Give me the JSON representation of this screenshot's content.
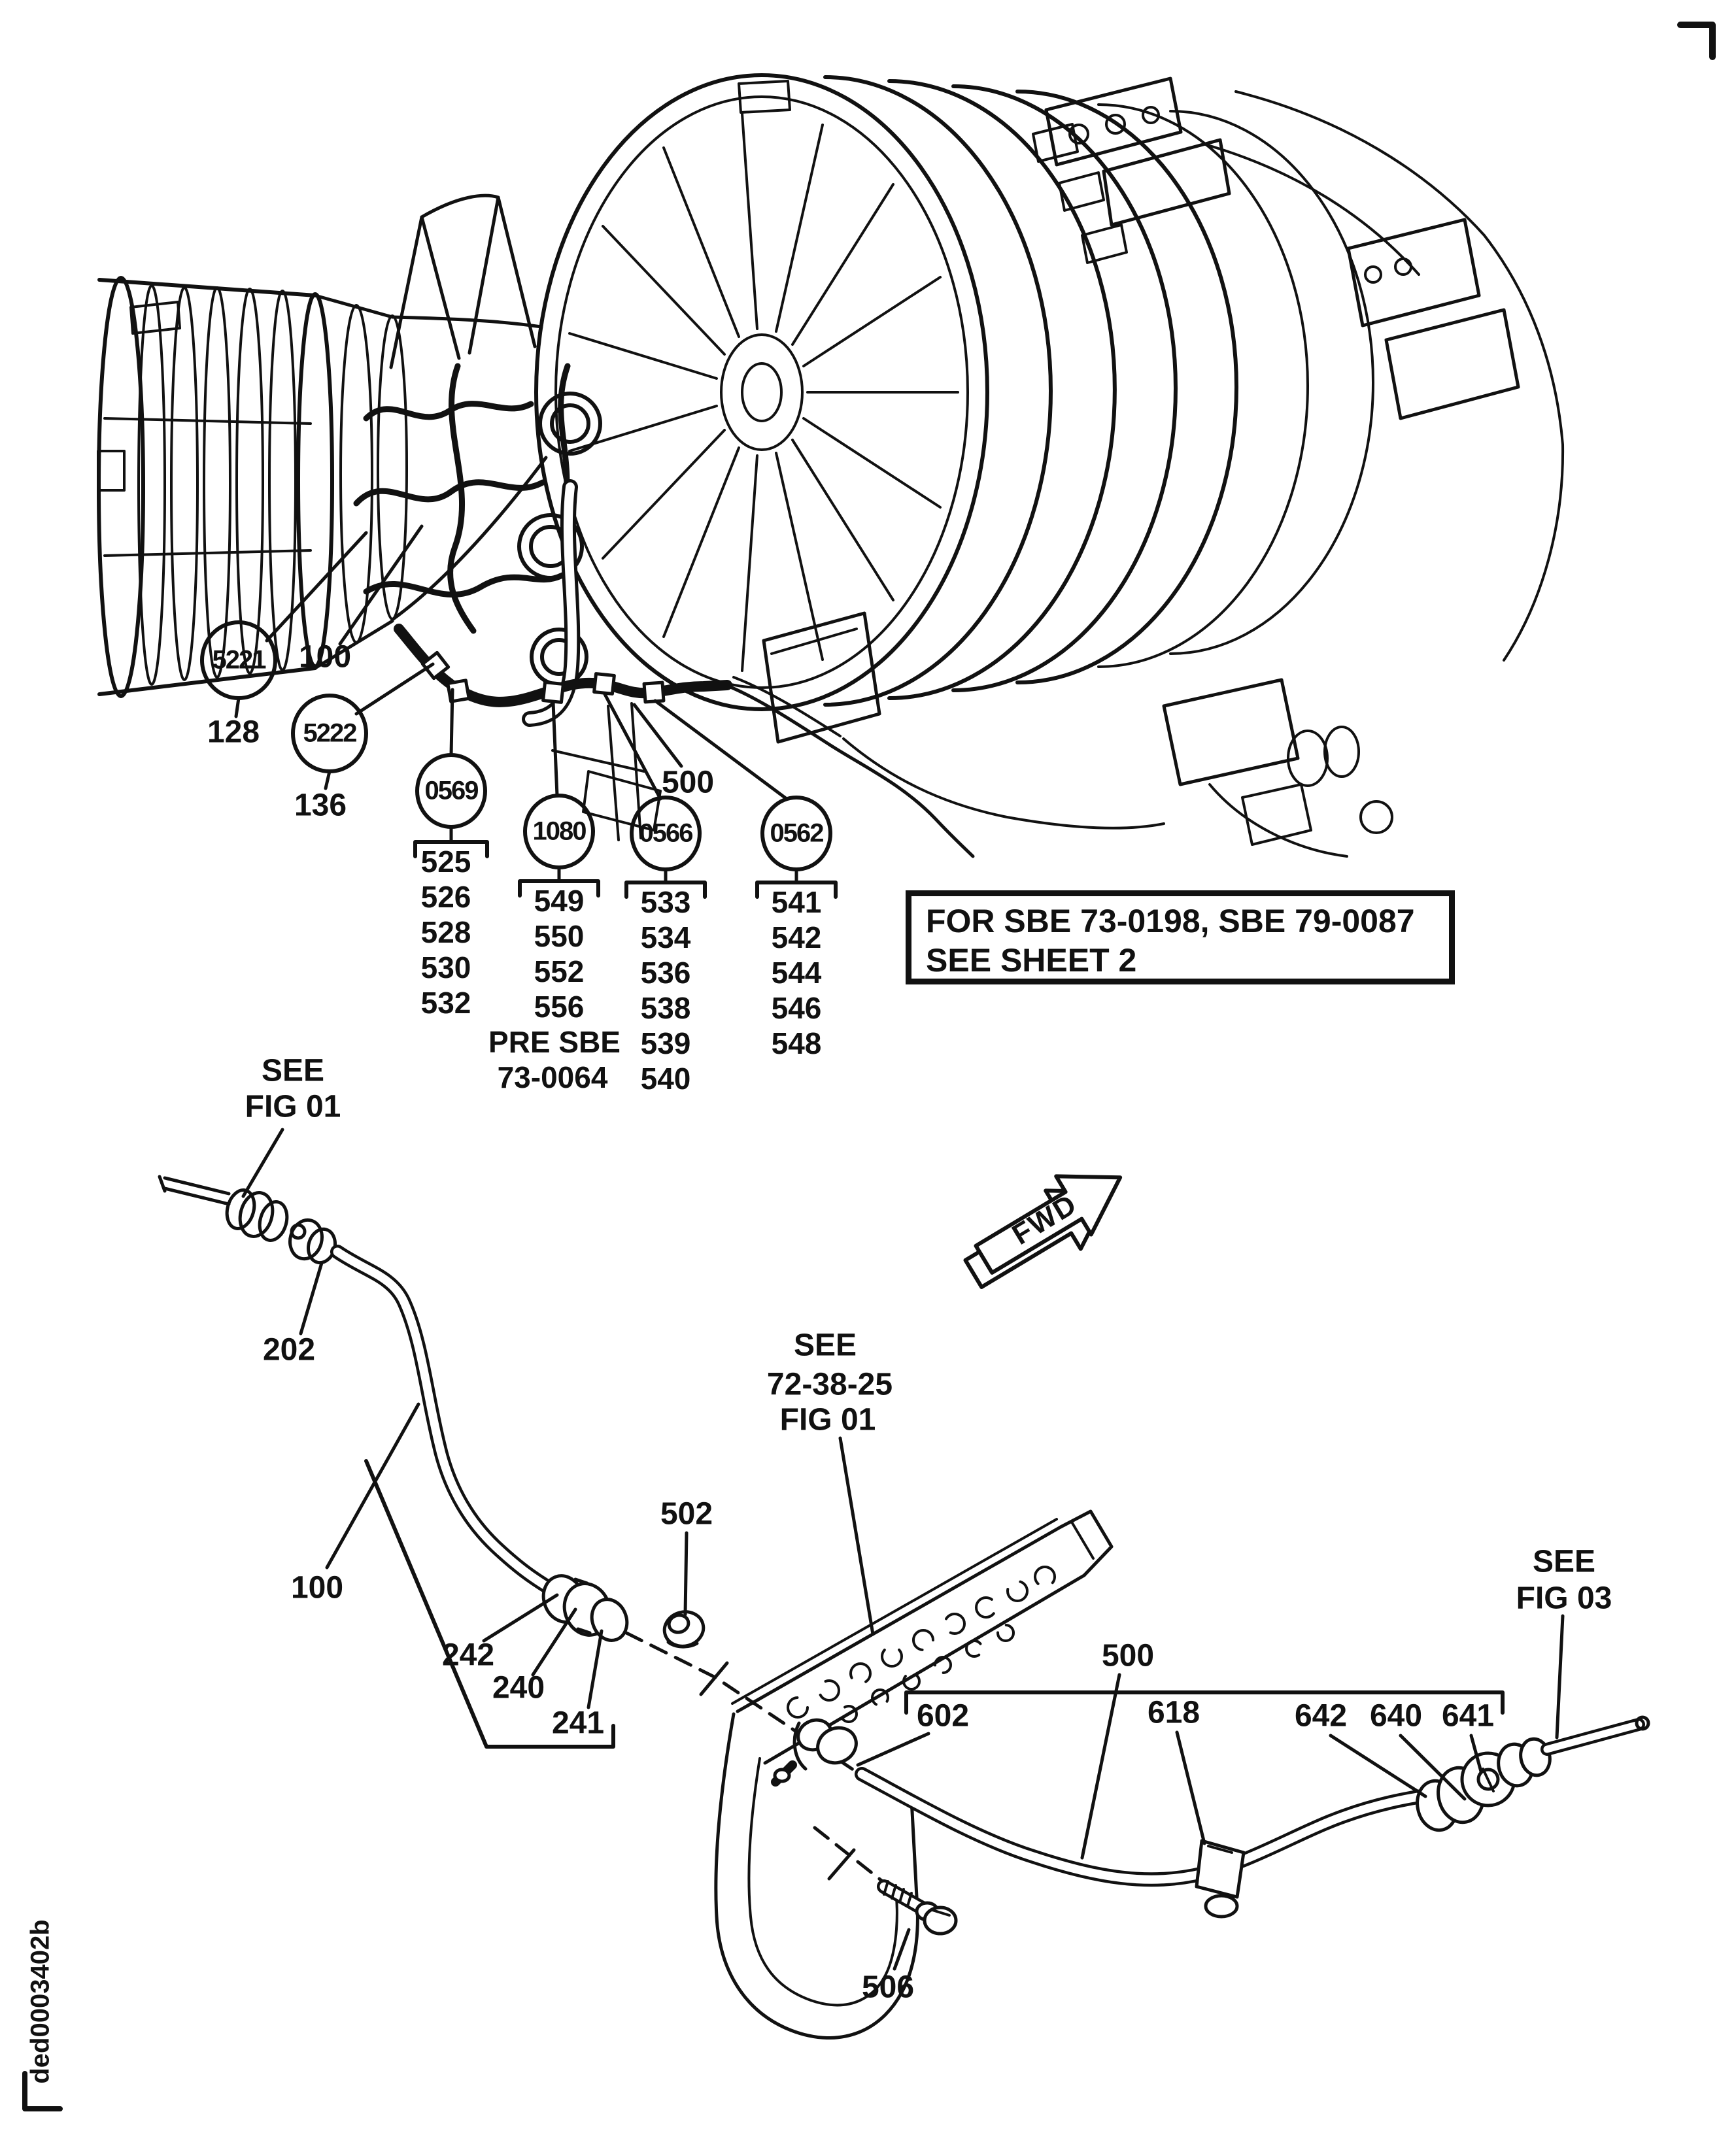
{
  "figure": {
    "drawing_number": "ded0003402b",
    "fwd_label": "FWD",
    "note_box": {
      "line1": "FOR SBE 73-0198, SBE 79-0087",
      "line2": "SEE SHEET 2"
    },
    "upper": {
      "c5221": "5221",
      "c5221_item": "128",
      "c5222": "5222",
      "c5222_item": "136",
      "label_100": "100",
      "label_500": "500",
      "g0569": {
        "id": "0569",
        "items": [
          "525",
          "526",
          "528",
          "530",
          "532"
        ]
      },
      "g1080": {
        "id": "1080",
        "items": [
          "549",
          "550",
          "552",
          "556",
          "PRE SBE",
          "73-0064"
        ]
      },
      "g0566": {
        "id": "0566",
        "items": [
          "533",
          "534",
          "536",
          "538",
          "539",
          "540"
        ]
      },
      "g0562": {
        "id": "0562",
        "items": [
          "541",
          "542",
          "544",
          "546",
          "548"
        ]
      }
    },
    "lower": {
      "see_fig_01": {
        "l1": "SEE",
        "l2": "FIG 01"
      },
      "see_72_38_25": {
        "l1": "SEE",
        "l2": "72-38-25",
        "l3": "FIG 01"
      },
      "see_fig_03": {
        "l1": "SEE",
        "l2": "FIG 03"
      },
      "label_202": "202",
      "label_100": "100",
      "label_242": "242",
      "label_240": "240",
      "label_241": "241",
      "label_502": "502",
      "label_500": "500",
      "label_602": "602",
      "label_618": "618",
      "label_642": "642",
      "label_640": "640",
      "label_641": "641",
      "label_506": "506"
    }
  }
}
